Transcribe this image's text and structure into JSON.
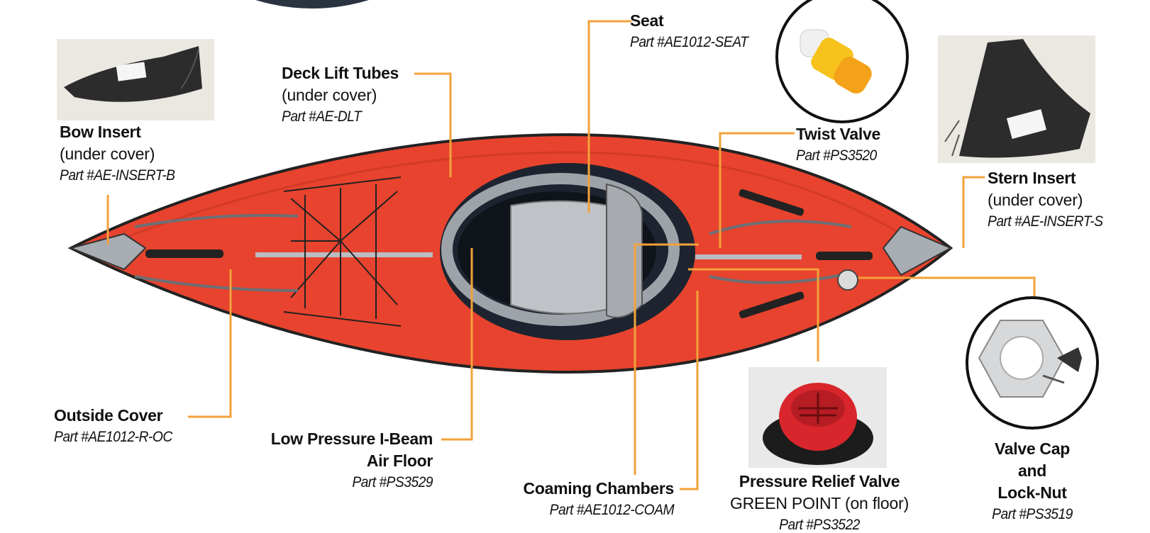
{
  "callouts": {
    "seat": {
      "title": "Seat",
      "part": "Part #AE1012-SEAT"
    },
    "deck_lift": {
      "title": "Deck Lift Tubes",
      "note": "(under cover)",
      "part": "Part #AE-DLT"
    },
    "bow_insert": {
      "title": "Bow Insert",
      "note": "(under cover)",
      "part": "Part #AE-INSERT-B"
    },
    "twist_valve": {
      "title": "Twist Valve",
      "part": "Part #PS3520"
    },
    "stern_insert": {
      "title": "Stern Insert",
      "note": "(under cover)",
      "part": "Part #AE-INSERT-S"
    },
    "outside_cover": {
      "title": "Outside Cover",
      "part": "Part #AE1012-R-OC"
    },
    "air_floor": {
      "title_line1": "Low Pressure I-Beam",
      "title_line2": "Air Floor",
      "part": "Part #PS3529"
    },
    "coaming": {
      "title": "Coaming Chambers",
      "part": "Part #AE1012-COAM"
    },
    "relief_valve": {
      "title": "Pressure Relief Valve",
      "note": "GREEN POINT (on floor)",
      "part": "Part #PS3522"
    },
    "valve_cap": {
      "title_line1": "Valve Cap",
      "title_line2": "and",
      "title_line3": "Lock-Nut",
      "part": "Part #PS3519"
    }
  },
  "colors": {
    "hull": "#e8432e",
    "hull_dark": "#c7301f",
    "leader": "#f3a23a",
    "cockpit": "#1d2430",
    "gray": "#a8adb3"
  }
}
